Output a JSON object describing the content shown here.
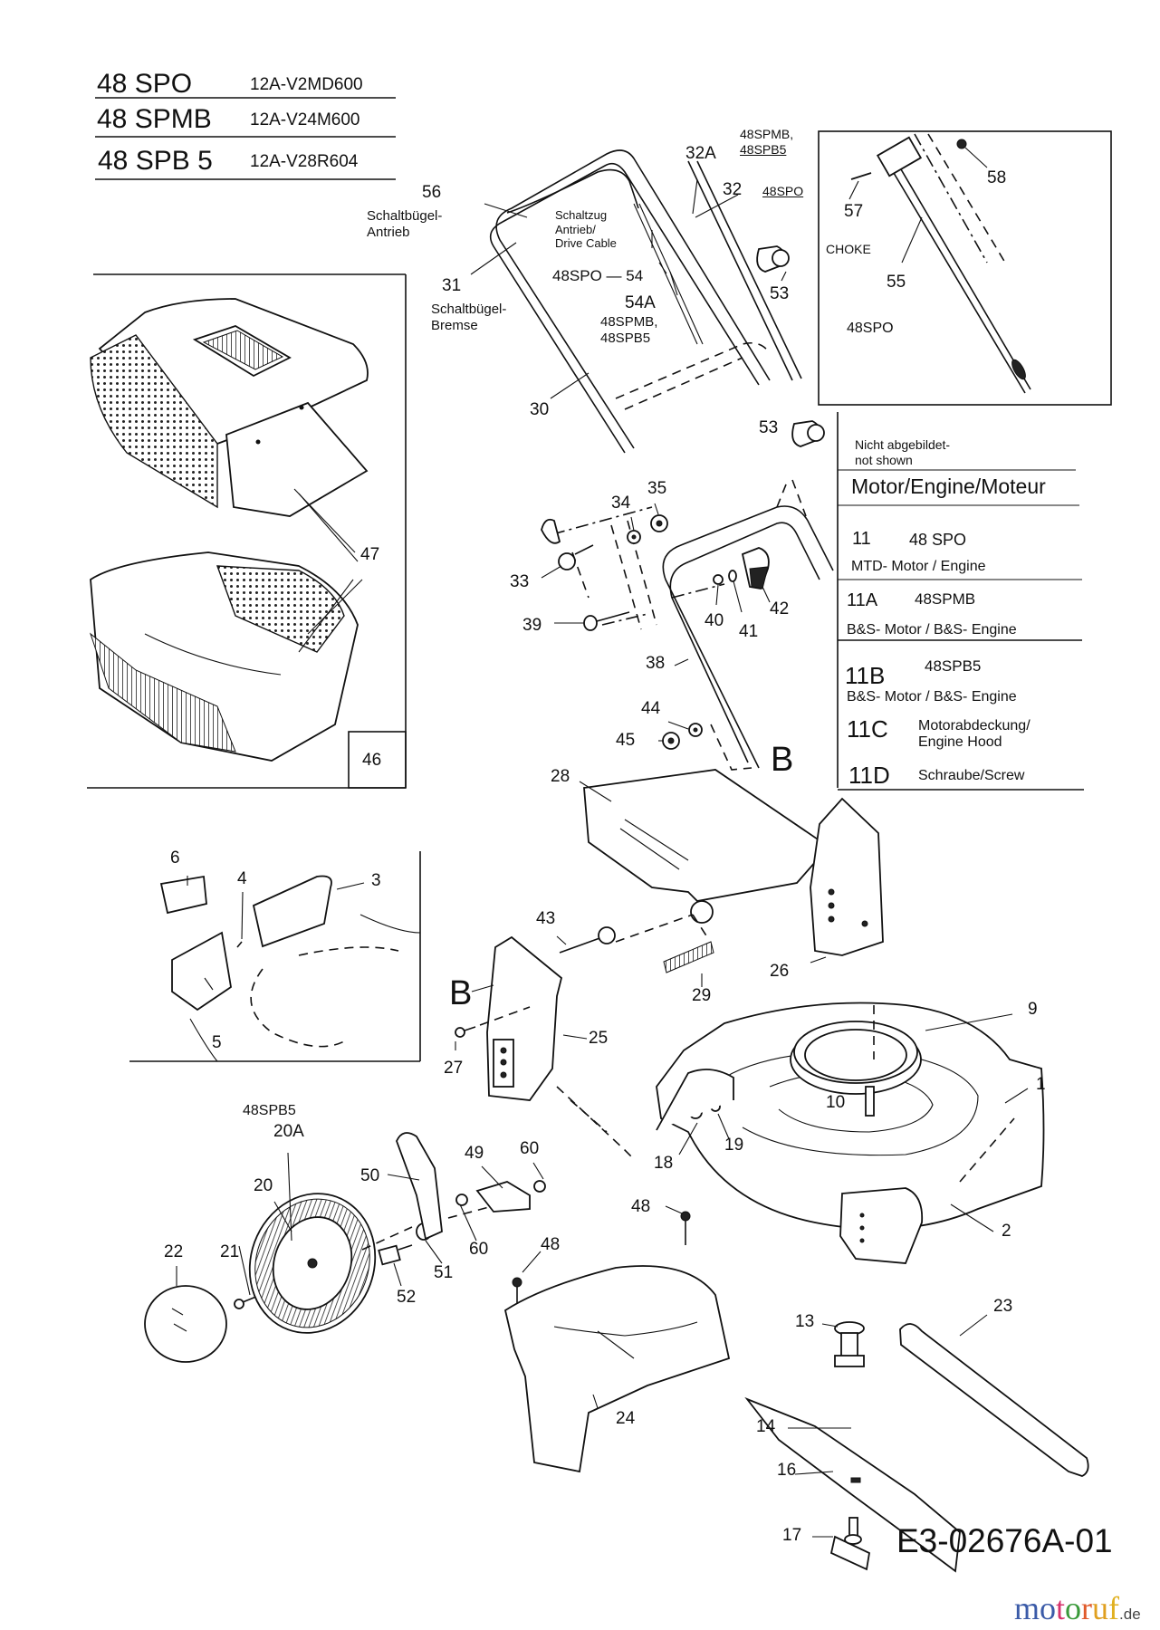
{
  "models": [
    {
      "name": "48 SPO",
      "code": "12A-V2MD600"
    },
    {
      "name": "48 SPMB",
      "code": "12A-V24M600"
    },
    {
      "name": "48 SPB 5",
      "code": "12A-V28R604"
    }
  ],
  "handle": {
    "label_56": "56",
    "note_56": [
      "Schaltbügel-",
      "Antrieb"
    ],
    "label_31": "31",
    "note_31": [
      "Schaltbügel-",
      "Bremse"
    ],
    "label_30": "30",
    "label_32A": "32A",
    "note_32A": [
      "48SPMB,",
      "48SPB5"
    ],
    "label_32": "32",
    "note_32": "48SPO",
    "cable_note": [
      "Schaltzug",
      "Antrieb/",
      "Drive Cable"
    ],
    "label_54": "48SPO — 54",
    "label_54A": "54A",
    "note_54A": [
      "48SPMB,",
      "48SPB5"
    ],
    "label_53_top": "53",
    "label_53_mid": "53"
  },
  "choke_box": {
    "label_57": "57",
    "label_58": "58",
    "label_55": "55",
    "choke": "CHOKE",
    "model": "48SPO"
  },
  "grass_catcher": {
    "label_47": "47",
    "label_46": "46"
  },
  "legend": {
    "not_shown": [
      "Nicht abgebildet-",
      "not shown"
    ],
    "title": "Motor/Engine/Moteur",
    "entries": [
      {
        "num": "11",
        "model": "48 SPO",
        "desc": "MTD- Motor / Engine"
      },
      {
        "num": "11A",
        "model": "48SPMB",
        "desc": "B&S- Motor / B&S- Engine"
      },
      {
        "num": "11B",
        "model": "48SPB5",
        "desc": "B&S- Motor / B&S- Engine"
      },
      {
        "num": "11C",
        "desc": [
          "Motorabdeckung/",
          "Engine Hood"
        ]
      },
      {
        "num": "11D",
        "desc": "Schraube/Screw"
      }
    ]
  },
  "lower_handle": {
    "labels": {
      "33": "33",
      "34": "34",
      "35": "35",
      "38": "38",
      "39": "39",
      "40": "40",
      "41": "41",
      "42": "42",
      "44": "44",
      "45": "45"
    },
    "ref_B": "B"
  },
  "deflector_inset": {
    "labels": {
      "3": "3",
      "4": "4",
      "5": "5",
      "6": "6"
    }
  },
  "rear_assembly": {
    "labels": {
      "25": "25",
      "26": "26",
      "27": "27",
      "28": "28",
      "29": "29",
      "43": "43"
    },
    "ref_B": "B"
  },
  "deck": {
    "labels": {
      "1": "1",
      "2": "2",
      "9": "9",
      "10": "10",
      "18": "18",
      "19": "19"
    }
  },
  "wheel": {
    "note_20A": "48SPB5",
    "labels": {
      "20A": "20A",
      "20": "20",
      "21": "21",
      "22": "22",
      "49": "49",
      "50": "50",
      "51": "51",
      "52": "52",
      "60a": "60",
      "60b": "60"
    }
  },
  "bottom_parts": {
    "labels": {
      "48a": "48",
      "48b": "48",
      "24": "24",
      "13": "13",
      "23": "23",
      "14": "14",
      "16": "16",
      "17": "17"
    }
  },
  "document_id": "E3-02676A-01",
  "watermark": {
    "letters": [
      "m",
      "o",
      "t",
      "o",
      "r",
      "u",
      "f"
    ],
    "colors": [
      "#3b5ba8",
      "#3b5ba8",
      "#d6336c",
      "#3a9a3a",
      "#e05a2a",
      "#e0a020",
      "#e0b020"
    ],
    "suffix": ".de"
  }
}
